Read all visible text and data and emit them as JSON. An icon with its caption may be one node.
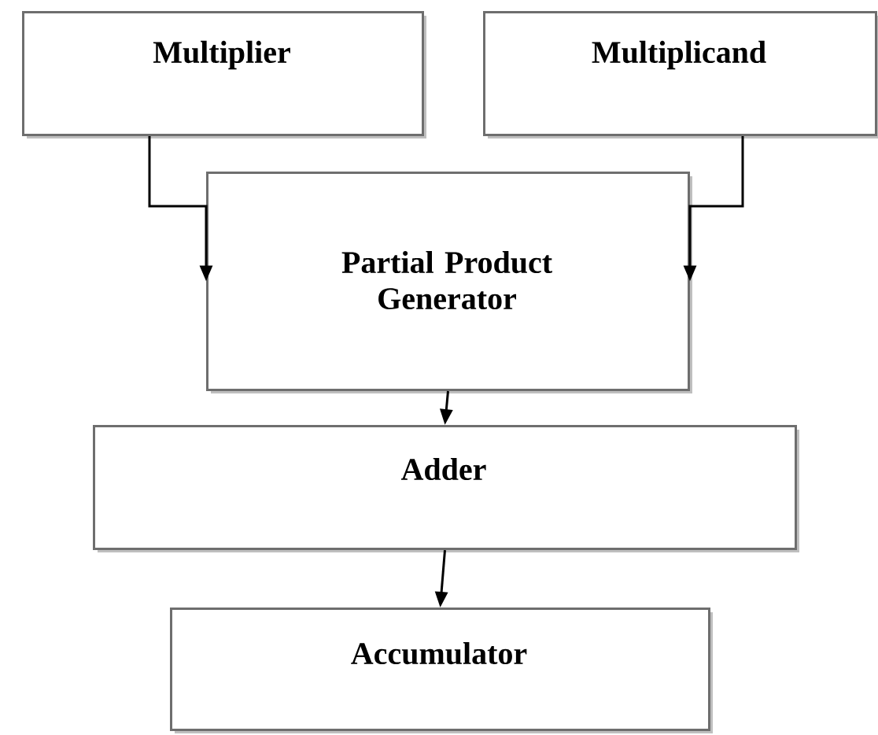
{
  "diagram": {
    "nodes": [
      {
        "text": [
          "Multiplier"
        ]
      },
      {
        "text": [
          "Multiplicand"
        ]
      },
      {
        "text": [
          "Partial Product Generator"
        ]
      },
      {
        "text": [
          "Adder"
        ]
      },
      {
        "text": [
          "Accumulator"
        ]
      }
    ],
    "edges": [
      {
        "from": 0,
        "to": 2,
        "arrow": "to"
      },
      {
        "from": 1,
        "to": 2,
        "arrow": "to"
      },
      {
        "from": 2,
        "to": 3,
        "arrow": "to"
      },
      {
        "from": 3,
        "to": 4,
        "arrow": "to"
      }
    ]
  }
}
